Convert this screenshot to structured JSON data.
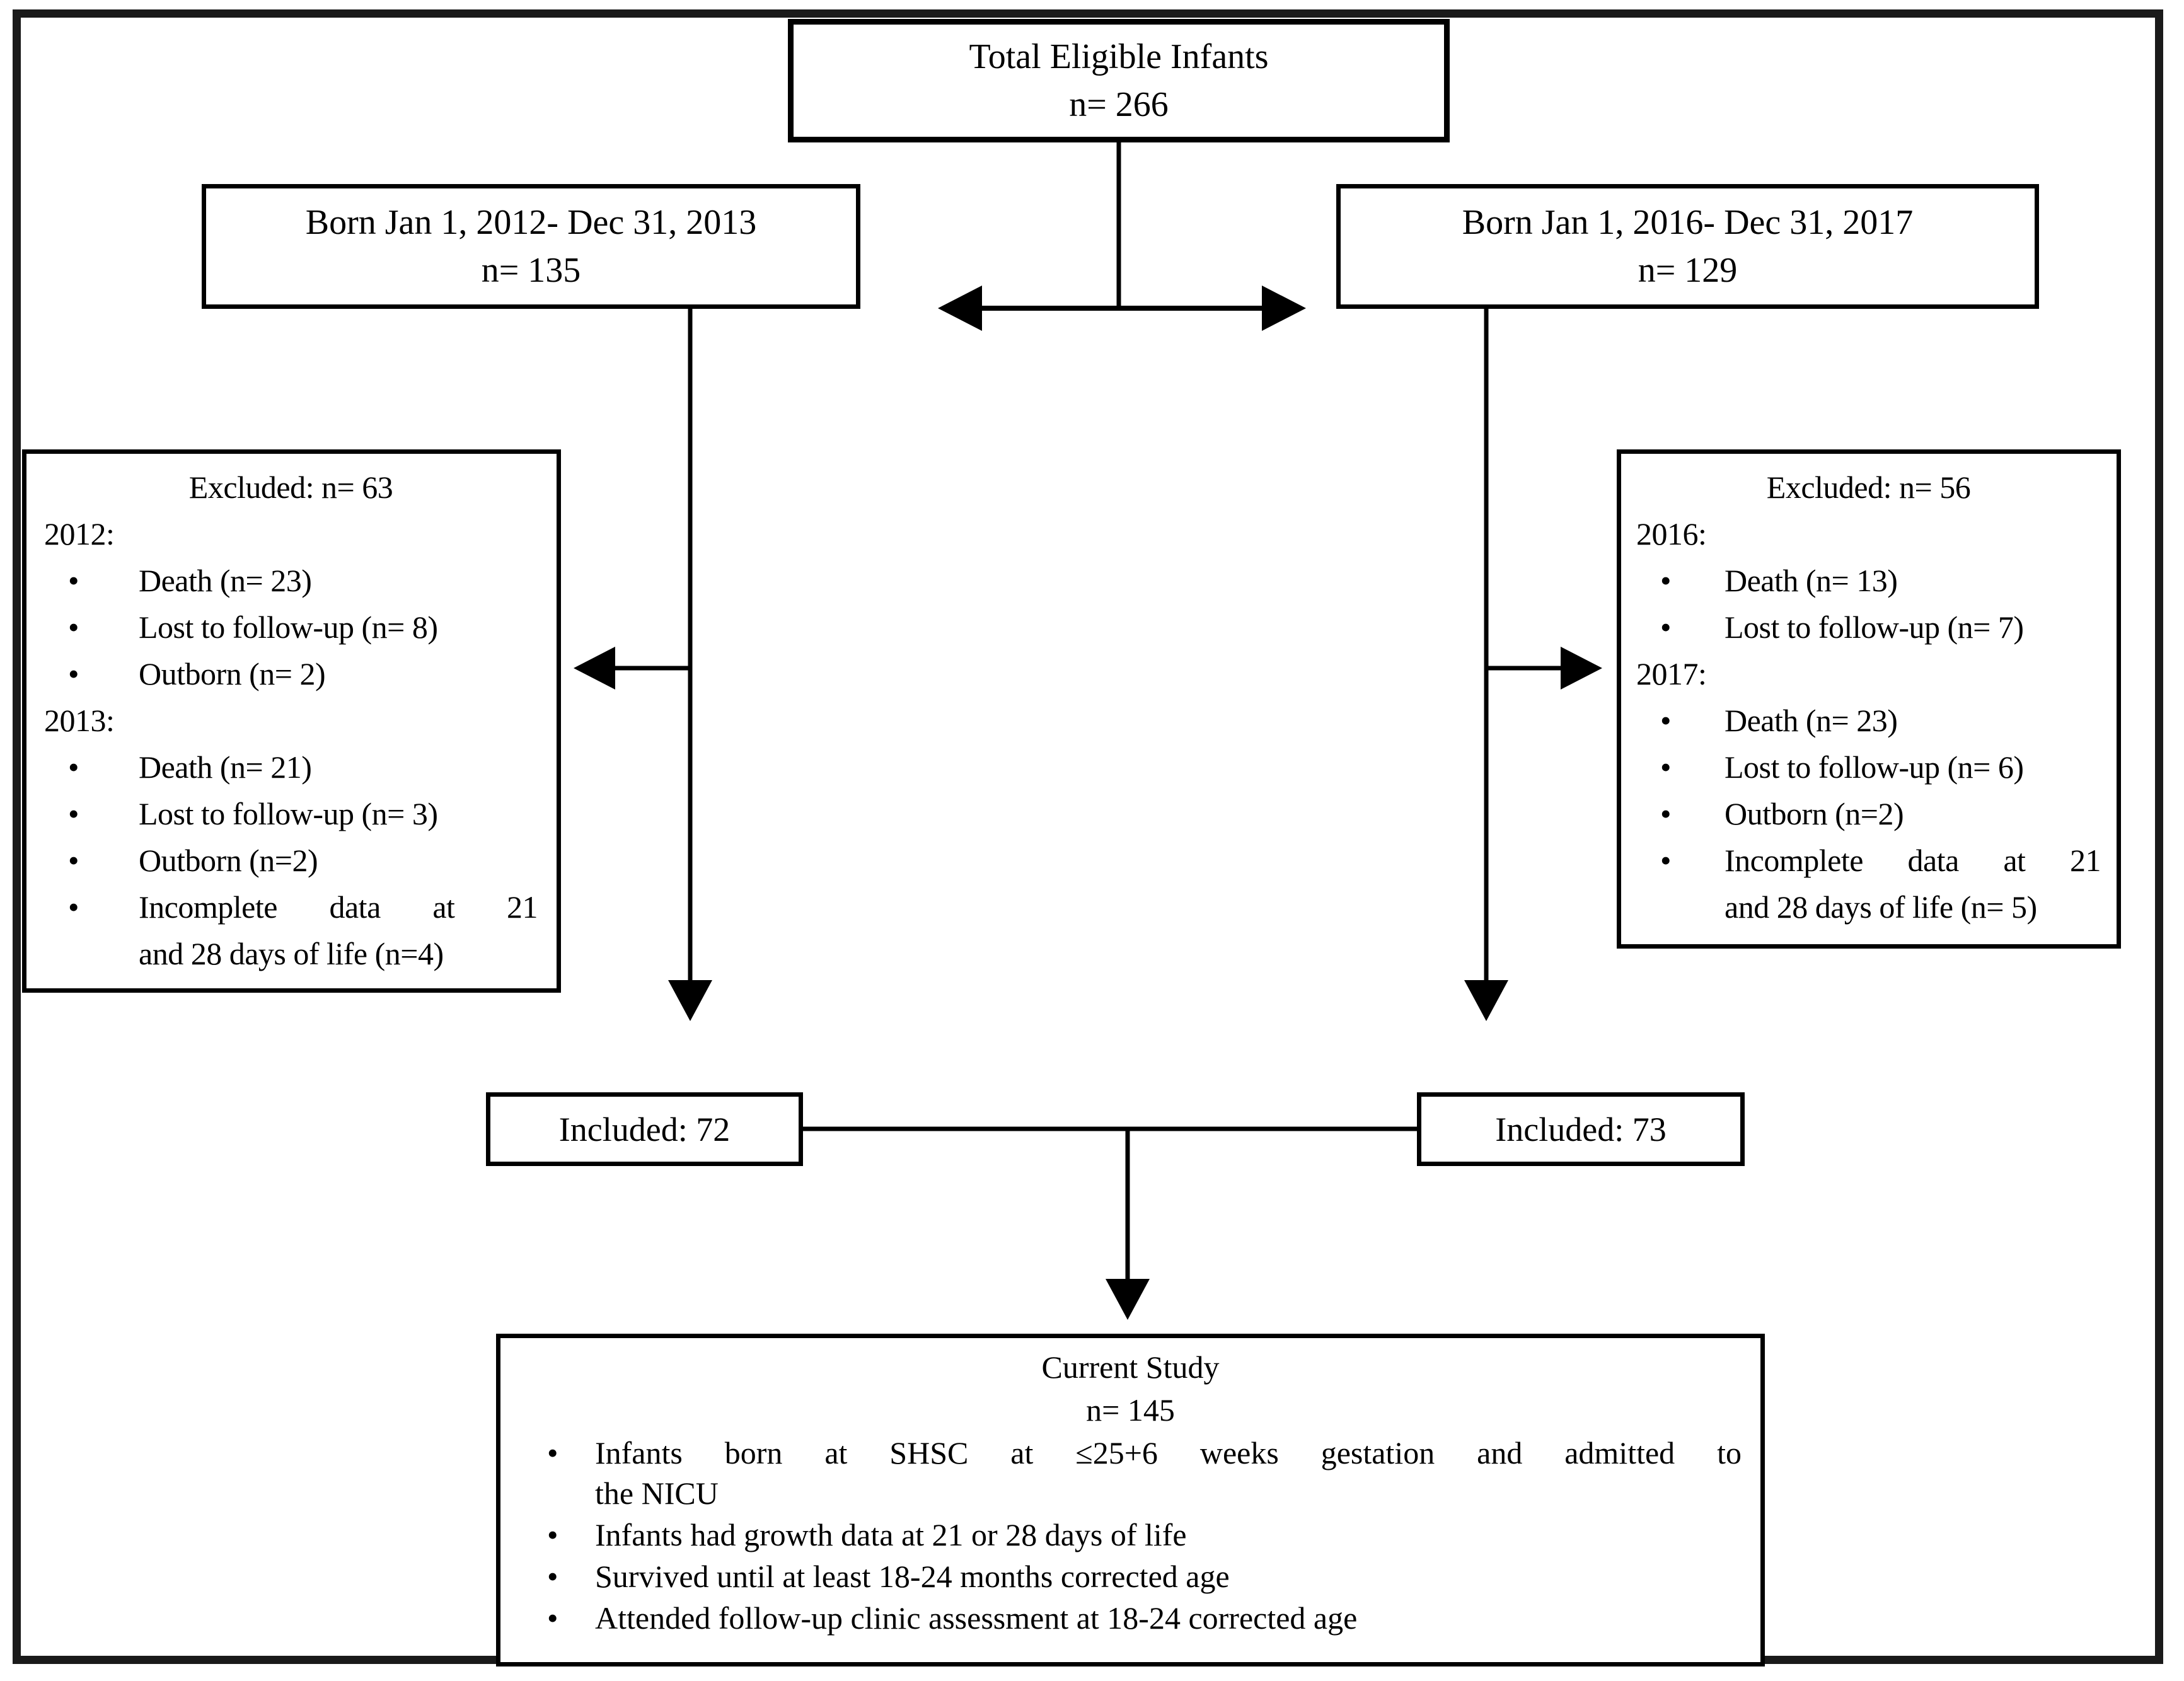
{
  "figure": {
    "type": "participant-flow-diagram",
    "background": "#ffffff",
    "ink": "#000000"
  },
  "glyphs": {
    "bullet": "•"
  },
  "nodes": {
    "total": {
      "line1": "Total Eligible Infants",
      "line2": "n= 266"
    },
    "cohort_a": {
      "line1": "Born Jan 1, 2012- Dec 31, 2013",
      "line2": "n= 135"
    },
    "cohort_b": {
      "line1": "Born Jan 1, 2016- Dec 31, 2017",
      "line2": "n= 129"
    },
    "excluded_a": {
      "title": "Excluded: n= 63",
      "rows": [
        {
          "type": "year",
          "text": "2012:"
        },
        {
          "type": "bullet",
          "text": "Death (n= 23)"
        },
        {
          "type": "bullet",
          "text": "Lost to follow-up (n= 8)"
        },
        {
          "type": "bullet",
          "text": "Outborn (n= 2)"
        },
        {
          "type": "year",
          "text": "2013:"
        },
        {
          "type": "bullet",
          "text": "Death (n= 21)"
        },
        {
          "type": "bullet",
          "text": "Lost to follow-up (n= 3)"
        },
        {
          "type": "bullet",
          "text": "Outborn (n=2)"
        },
        {
          "type": "bullet2",
          "line1": "Incomplete data at 21",
          "line2": "and 28 days of life (n=4)"
        }
      ]
    },
    "excluded_b": {
      "title": "Excluded: n= 56",
      "rows": [
        {
          "type": "year",
          "text": "2016:"
        },
        {
          "type": "bullet",
          "text": "Death (n= 13)"
        },
        {
          "type": "bullet",
          "text": "Lost to follow-up (n= 7)"
        },
        {
          "type": "year",
          "text": "2017:"
        },
        {
          "type": "bullet",
          "text": "Death (n= 23)"
        },
        {
          "type": "bullet",
          "text": "Lost to follow-up (n= 6)"
        },
        {
          "type": "bullet",
          "text": "Outborn (n=2)"
        },
        {
          "type": "bullet2",
          "line1": "Incomplete data at 21",
          "line2": "and 28 days of life (n= 5)"
        }
      ]
    },
    "included_a": {
      "label": "Included: 72"
    },
    "included_b": {
      "label": "Included: 73"
    },
    "current": {
      "line1": "Current Study",
      "line2": "n= 145",
      "bullets": [
        {
          "line1": "Infants born at SHSC at ≤25+6 weeks gestation and admitted to",
          "line2": "the NICU"
        },
        {
          "text": "Infants had growth data at 21 or 28 days of life"
        },
        {
          "text": "Survived until at least 18-24 months corrected age"
        },
        {
          "text": "Attended follow-up clinic assessment at 18-24 corrected age"
        }
      ]
    }
  }
}
